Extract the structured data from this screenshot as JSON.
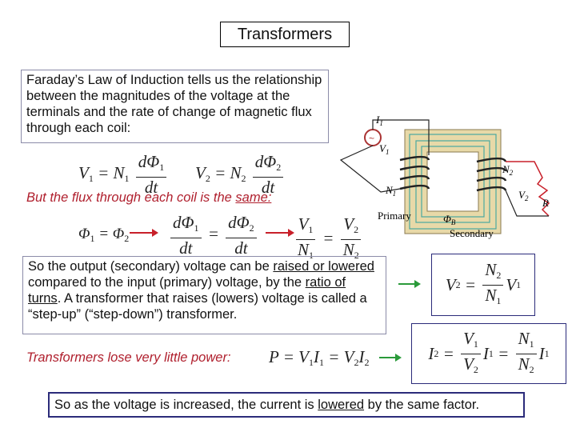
{
  "title": "Transformers",
  "intro_text": "Faraday’s Law of Induction tells us the relationship between the magnitudes of the voltage at the terminals and the rate of change of magnetic flux through each coil:",
  "flux_same": {
    "prefix": "But the flux through each coil is the ",
    "emph": "same:"
  },
  "output_text": {
    "p1": "So the output (secondary) voltage can be ",
    "raised": "raised or lowered",
    "p2": " compared to the input (primary) voltage, by the ",
    "ratio": "ratio of turns",
    "p3": ".  A transformer that raises (lowers) voltage is called a “step-up” (“step-down”) transformer."
  },
  "power_text": "Transformers lose very little power:",
  "final_text": {
    "p1": "So as the voltage is increased, the current is ",
    "lowered": "lowered",
    "p2": " by the same factor."
  },
  "figure": {
    "primary": "Primary",
    "secondary": "Secondary",
    "i1": "I",
    "v1": "V",
    "n1": "N",
    "n2": "N",
    "v2": "V",
    "r": "R",
    "phib": "Φ",
    "sub1": "1",
    "sub2": "2",
    "subB": "B"
  },
  "colors": {
    "red": "#b0202e",
    "box_border": "#2b2b7a",
    "core": "#e8d9a8"
  }
}
